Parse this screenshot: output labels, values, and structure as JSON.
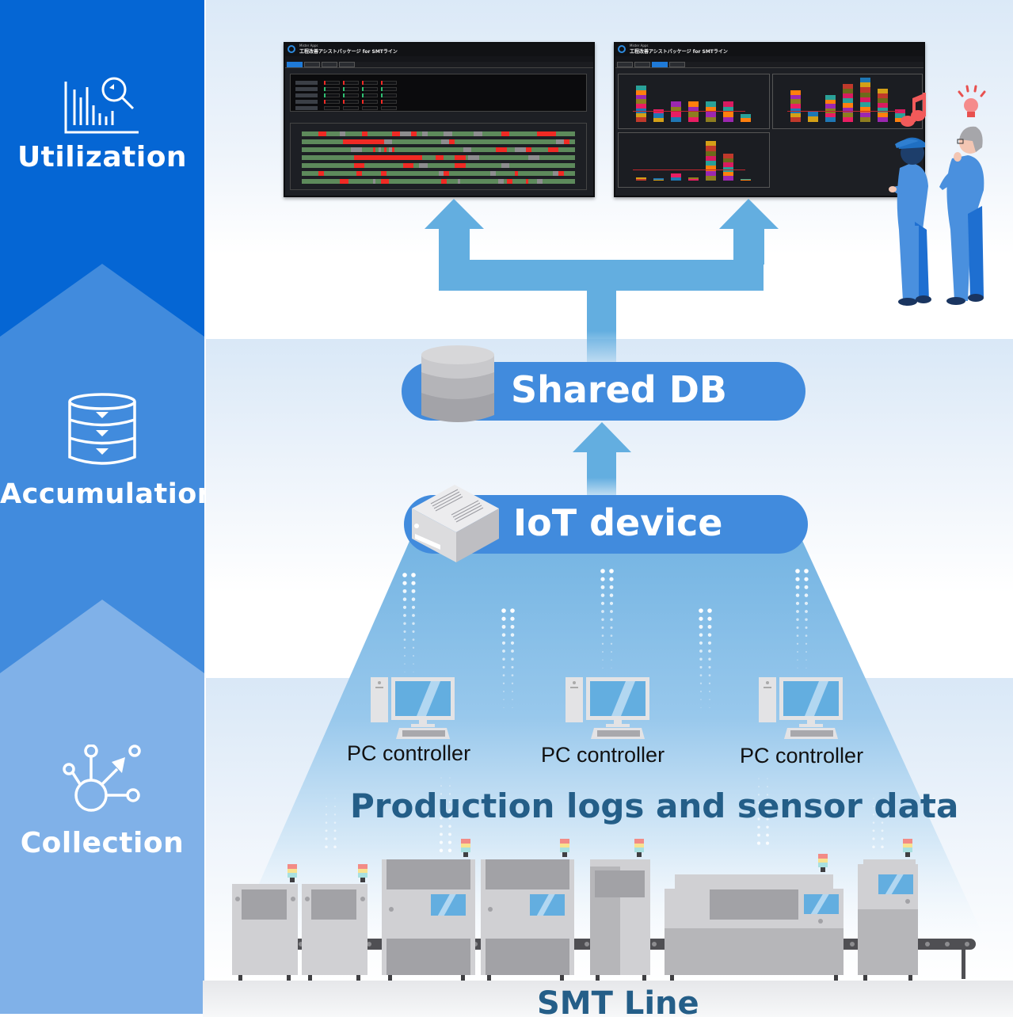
{
  "stages": [
    {
      "id": "utilization",
      "label": "Utilization",
      "icon": "chart-magnifier-icon",
      "color": "#0566d4"
    },
    {
      "id": "accumulation",
      "label": "Accumulation",
      "icon": "database-down-icon",
      "color": "#418bdd"
    },
    {
      "id": "collection",
      "label": "Collection",
      "icon": "network-nodes-icon",
      "color": "#80b1e8"
    }
  ],
  "dashboards": [
    {
      "id": "operation-dashboard",
      "app_name": "Mister Apps",
      "title": "工程改善アシストパッケージ for SMTライン",
      "active_tab": 0,
      "tab_count": 4,
      "content": "KPI table and operation status timeline chart"
    },
    {
      "id": "error-analysis-dashboard",
      "app_name": "Mister Apps",
      "title": "工程改善アシストパッケージ for SMTライン",
      "active_tab": 2,
      "tab_count": 4,
      "content": "Three stacked bar charts with line overlays"
    }
  ],
  "nodes": {
    "shared_db": {
      "label": "Shared DB",
      "icon": "database-cylinder-icon"
    },
    "iot_device": {
      "label": "IoT device",
      "icon": "iot-box-icon"
    }
  },
  "pc_controllers": [
    {
      "label": "PC controller"
    },
    {
      "label": "PC controller"
    },
    {
      "label": "PC controller"
    }
  ],
  "data_label": "Production logs and sensor data",
  "line_label": "SMT Line",
  "colors": {
    "pill": "#418bdd",
    "arrow": "#63aee0",
    "beam": "#74b5e3",
    "text_dark_blue": "#245e88",
    "status_run": "#5d8a5b",
    "status_stop": "#f02a24",
    "status_idle": "#8d8d8f"
  }
}
